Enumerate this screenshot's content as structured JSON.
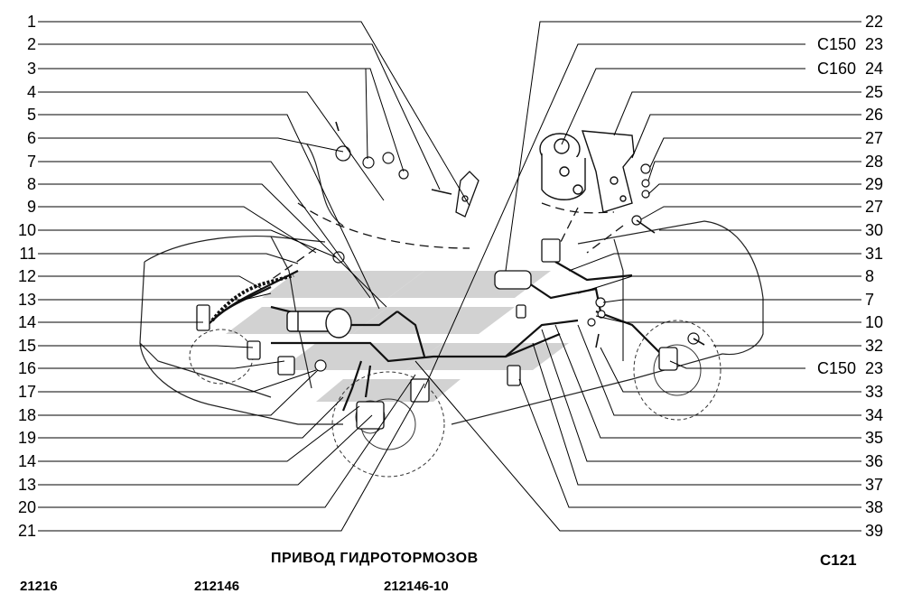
{
  "title": "ПРИВОД ГИДРОТОРМОЗОВ",
  "page_code": "С121",
  "models": [
    "21216",
    "212146",
    "212146-10"
  ],
  "left_callouts": [
    "1",
    "2",
    "3",
    "4",
    "5",
    "6",
    "7",
    "8",
    "9",
    "10",
    "11",
    "12",
    "13",
    "14",
    "15",
    "16",
    "17",
    "18",
    "19",
    "14",
    "13",
    "20",
    "21"
  ],
  "right_callouts": [
    {
      "num": "22",
      "code": ""
    },
    {
      "num": "23",
      "code": "С150"
    },
    {
      "num": "24",
      "code": "С160"
    },
    {
      "num": "25",
      "code": ""
    },
    {
      "num": "26",
      "code": ""
    },
    {
      "num": "27",
      "code": ""
    },
    {
      "num": "28",
      "code": ""
    },
    {
      "num": "29",
      "code": ""
    },
    {
      "num": "27",
      "code": ""
    },
    {
      "num": "30",
      "code": ""
    },
    {
      "num": "31",
      "code": ""
    },
    {
      "num": "8",
      "code": ""
    },
    {
      "num": "7",
      "code": ""
    },
    {
      "num": "10",
      "code": ""
    },
    {
      "num": "32",
      "code": ""
    },
    {
      "num": "23",
      "code": "С150"
    },
    {
      "num": "33",
      "code": ""
    },
    {
      "num": "34",
      "code": ""
    },
    {
      "num": "35",
      "code": ""
    },
    {
      "num": "36",
      "code": ""
    },
    {
      "num": "37",
      "code": ""
    },
    {
      "num": "38",
      "code": ""
    },
    {
      "num": "39",
      "code": ""
    }
  ]
}
